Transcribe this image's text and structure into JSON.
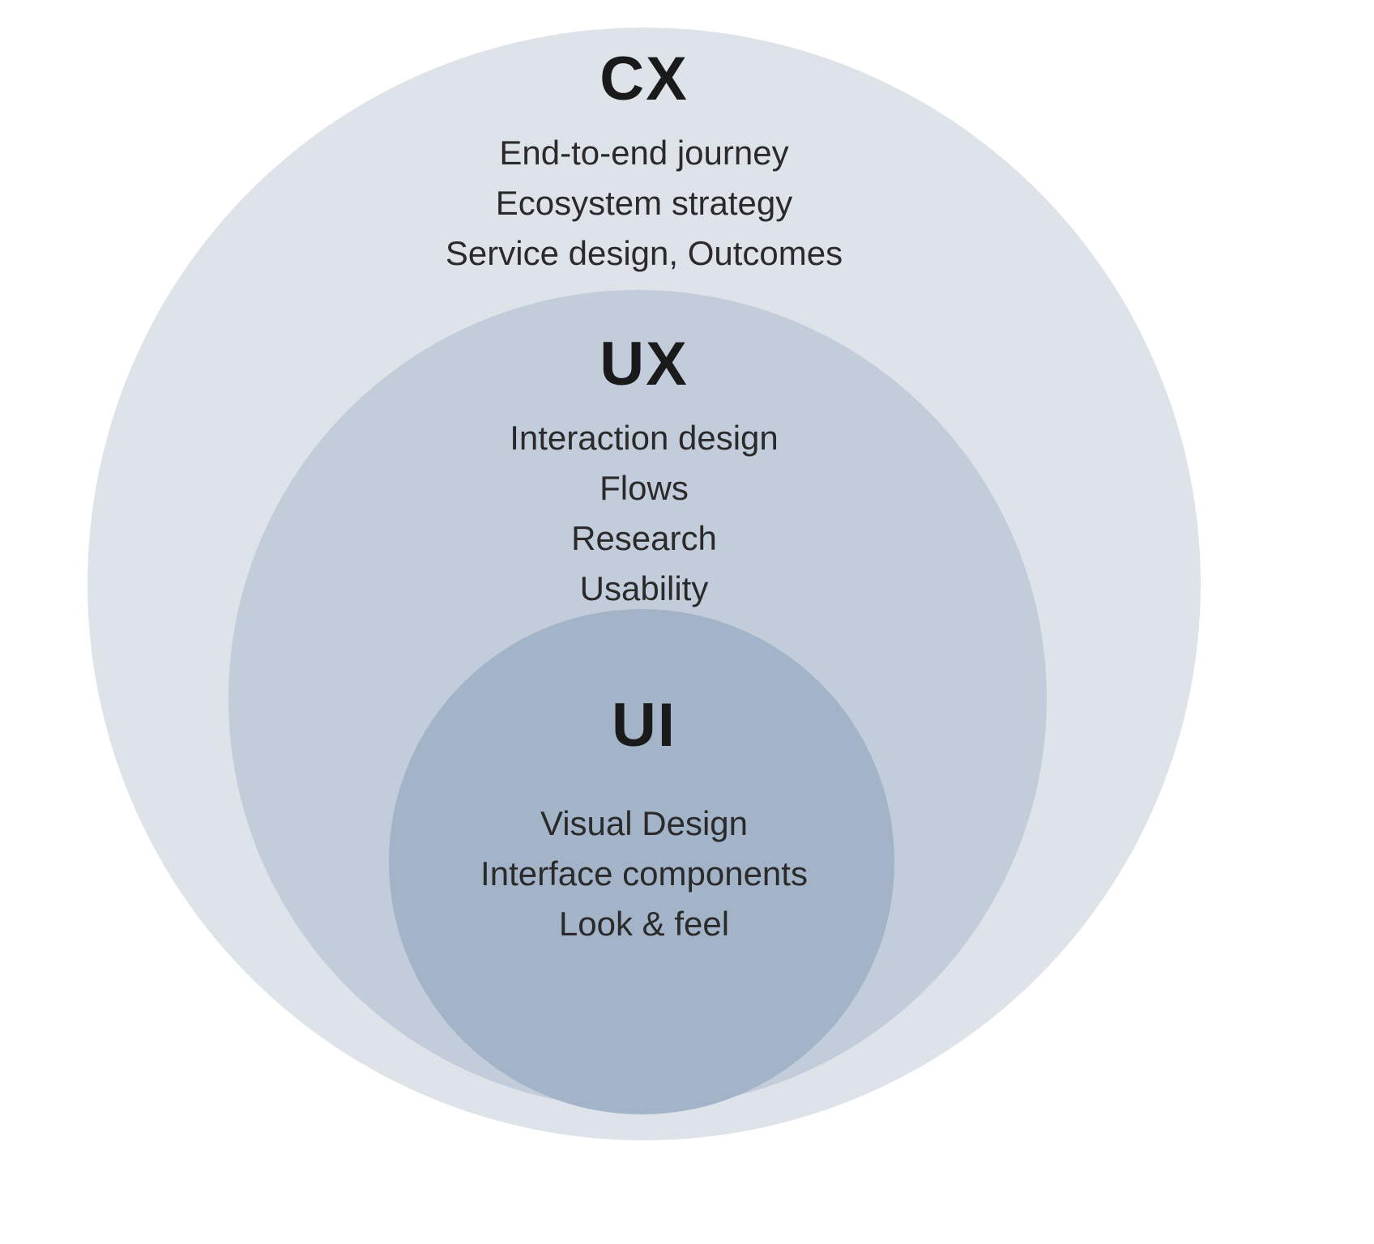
{
  "diagram": {
    "background_color": "#ffffff",
    "text_color": "#222222",
    "rings": [
      {
        "id": "cx",
        "title": "CX",
        "color": "#dee3ea",
        "items": [
          "End-to-end journey",
          "Ecosystem strategy",
          "Service design, Outcomes"
        ]
      },
      {
        "id": "ux",
        "title": "UX",
        "color": "#c3ccda",
        "items": [
          "Interaction design",
          "Flows",
          "Research",
          "Usability"
        ]
      },
      {
        "id": "ui",
        "title": "UI",
        "color": "#a3b4c9",
        "items": [
          "Visual Design",
          "Interface components",
          "Look & feel"
        ]
      }
    ]
  }
}
